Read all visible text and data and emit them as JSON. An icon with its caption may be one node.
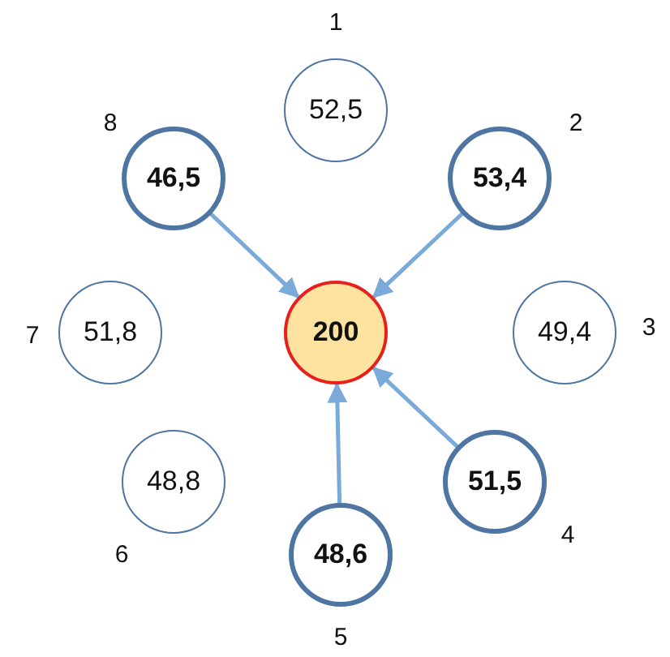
{
  "diagram": {
    "nodes": [
      {
        "text": [
          "52,5"
        ],
        "beside": [
          "1"
        ]
      },
      {
        "text": [
          "53,4"
        ],
        "beside": [
          "2"
        ]
      },
      {
        "text": [
          "49,4"
        ],
        "beside": [
          "3"
        ]
      },
      {
        "text": [
          "51,5"
        ],
        "beside": [
          "4"
        ]
      },
      {
        "text": [
          "48,6"
        ],
        "beside": [
          "5"
        ]
      },
      {
        "text": [
          "48,8"
        ],
        "beside": [
          "6"
        ]
      },
      {
        "text": [
          "51,8"
        ],
        "beside": [
          "7"
        ]
      },
      {
        "text": [
          "46,5"
        ],
        "beside": [
          "8"
        ]
      },
      {
        "text": [
          "200"
        ]
      }
    ],
    "edges": [
      {
        "from": 7,
        "to": 8,
        "arrow": "to"
      },
      {
        "from": 1,
        "to": 8,
        "arrow": "to"
      },
      {
        "from": 3,
        "to": 8,
        "arrow": "to"
      },
      {
        "from": 4,
        "to": 8,
        "arrow": "to"
      }
    ]
  }
}
